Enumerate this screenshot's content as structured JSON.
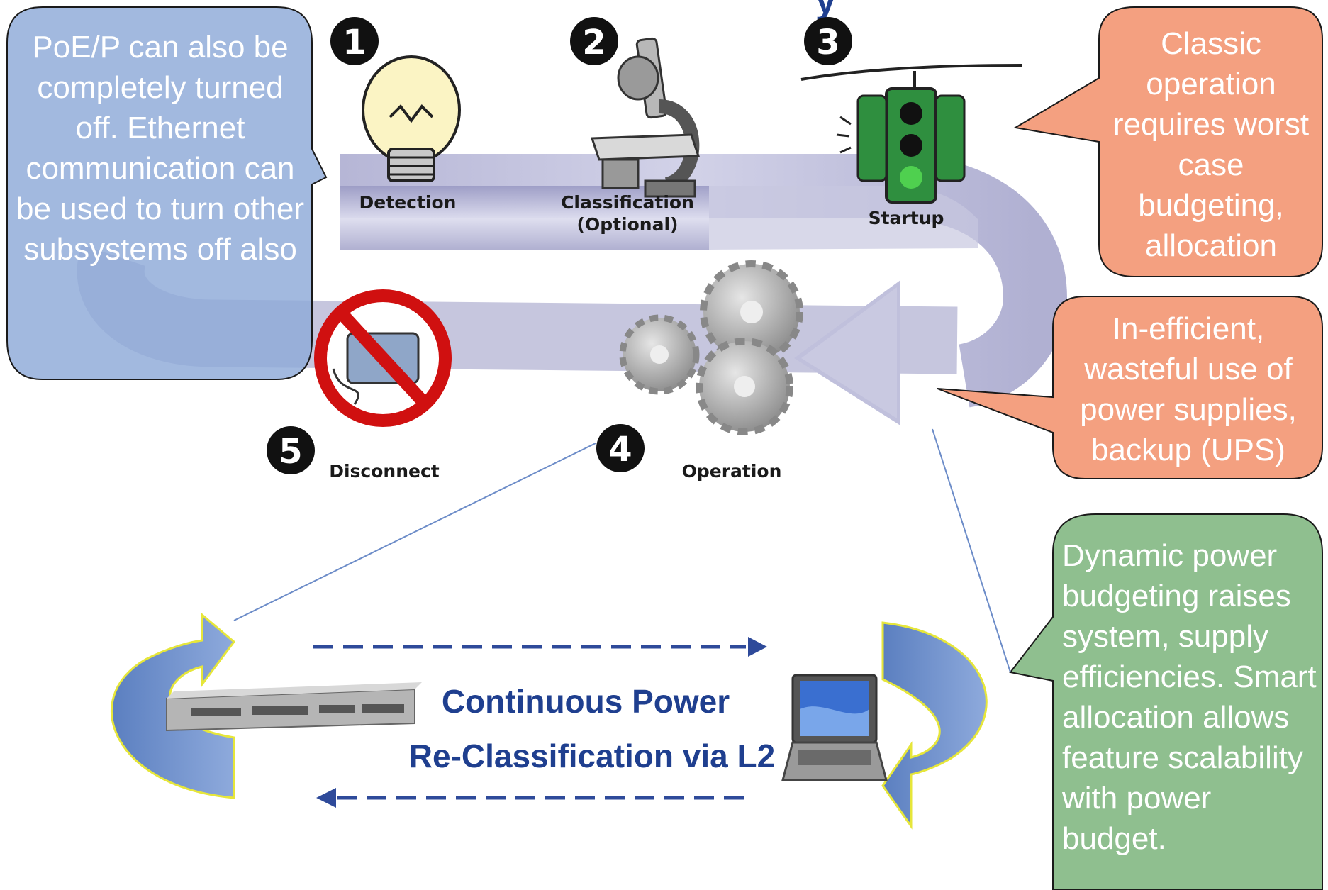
{
  "title_fragment": "y",
  "stages": [
    {
      "number": "1",
      "label": "Detection",
      "icon": "lightbulb-icon"
    },
    {
      "number": "2",
      "label": "Classification",
      "sublabel": "(Optional)",
      "icon": "microscope-icon"
    },
    {
      "number": "3",
      "label": "Startup",
      "icon": "traffic-light-icon"
    },
    {
      "number": "4",
      "label": "Operation",
      "icon": "gears-icon"
    },
    {
      "number": "5",
      "label": "Disconnect",
      "icon": "no-entry-icon"
    }
  ],
  "callouts": {
    "poe_off": "PoE/P can also be completely turned off. Ethernet communication can be used to turn other subsystems off also",
    "classic": "Classic operation requires worst case budgeting, allocation",
    "inefficient": "In-efficient, wasteful use of power supplies, backup (UPS)",
    "dynamic": "Dynamic power budgeting raises system, supply efficiencies. Smart allocation allows feature scalability with power budget."
  },
  "caption": {
    "line1": "Continuous Power",
    "line2": "Re-Classification via L2"
  },
  "devices": {
    "switch": "network-switch-icon",
    "laptop": "laptop-icon"
  },
  "colors": {
    "flow_arrow": "#c4c4dc",
    "blue_callout": "#8ea9d8",
    "salmon_callout": "#f4a080",
    "green_callout": "#8fbf8f",
    "caption": "#1f3f8f",
    "cycle_arrow": "#6e8fc8"
  }
}
